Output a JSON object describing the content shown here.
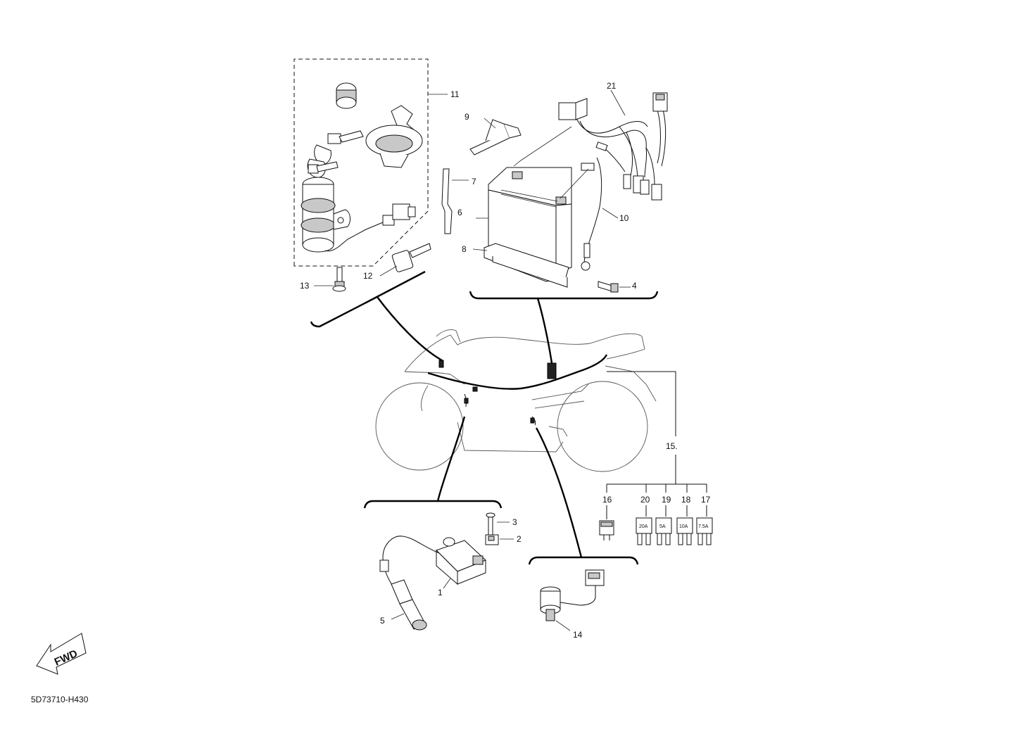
{
  "drawing_code": "5D73710-H430",
  "fwd_label": "FWD",
  "callouts": {
    "p1": "1",
    "p2": "2",
    "p3": "3",
    "p4": "4",
    "p5": "5",
    "p6": "6",
    "p7": "7",
    "p8": "8",
    "p9": "9",
    "p10": "10",
    "p11": "11",
    "p12": "12",
    "p13": "13",
    "p14": "14",
    "p15": "15.",
    "p16": "16",
    "p17": "17",
    "p18": "18",
    "p19": "19",
    "p20": "20",
    "p21": "21"
  },
  "fuse_ratings": {
    "f20": "20A",
    "f19": "5A",
    "f18": "10A",
    "f17": "7.5A"
  }
}
